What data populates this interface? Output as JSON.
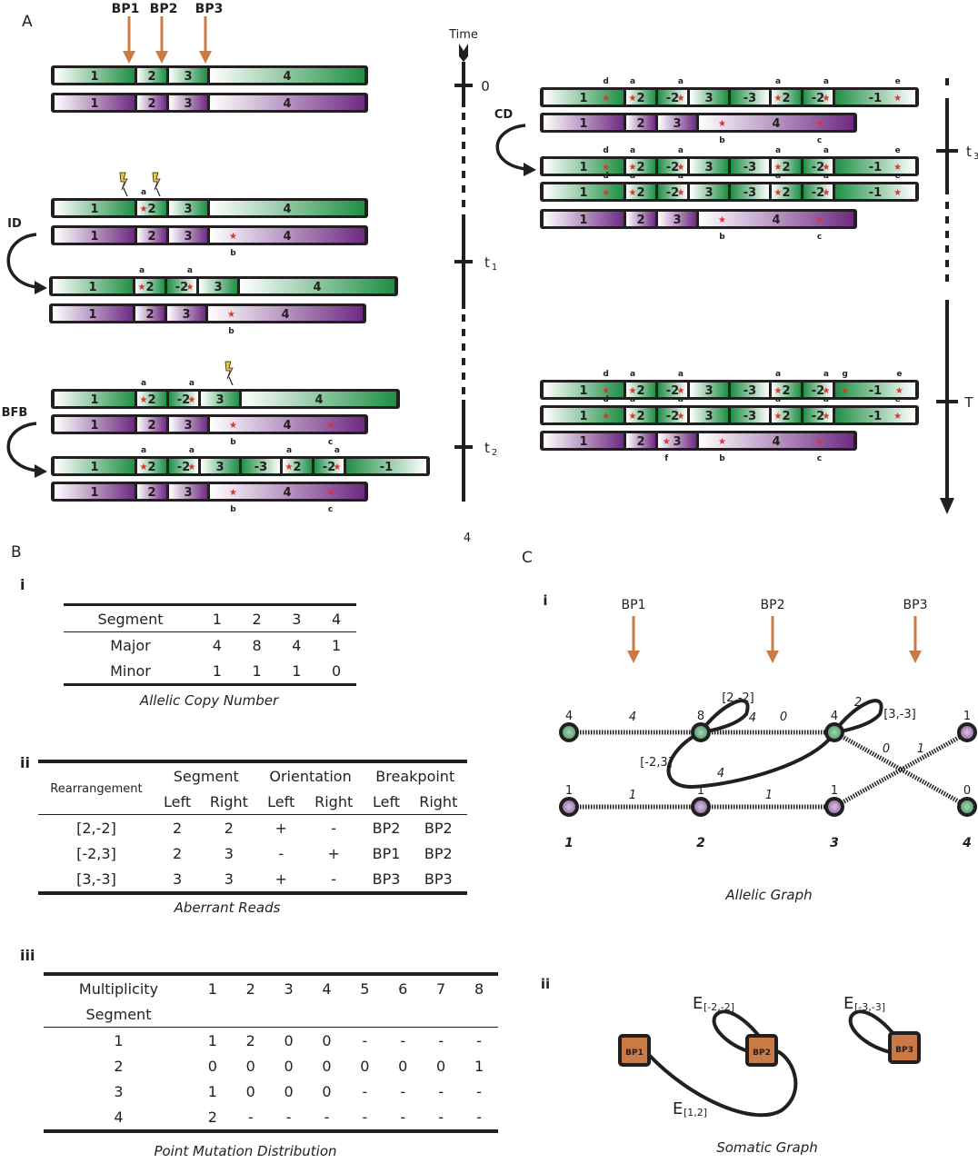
{
  "colors": {
    "green": "#1f8f45",
    "purple": "#6e2a83",
    "outline": "#231f20",
    "arrow": "#c97a45",
    "star": "#e0322f",
    "bolt": "#f3c22b",
    "node_green": "#5aa676",
    "node_purple": "#9a70ae",
    "bp_box": "#c97a45"
  },
  "panel_a": {
    "label": "A",
    "breakpoints": [
      "BP1",
      "BP2",
      "BP3"
    ],
    "events": [
      "ID",
      "BFB",
      "CD"
    ],
    "timeline": {
      "title": "Time",
      "ticks": [
        "0",
        "t1",
        "t2",
        "t3",
        "T"
      ],
      "bottom_note": "4"
    },
    "stages": [
      {
        "name": "initial",
        "chromosomes": [
          {
            "allele": "green",
            "segments": [
              {
                "id": "1"
              },
              {
                "id": "2"
              },
              {
                "id": "3"
              },
              {
                "id": "4"
              }
            ]
          },
          {
            "allele": "purple",
            "segments": [
              {
                "id": "1"
              },
              {
                "id": "2"
              },
              {
                "id": "3"
              },
              {
                "id": "4"
              }
            ]
          }
        ]
      },
      {
        "name": "before-ID",
        "chromosomes": [
          {
            "allele": "green",
            "segments": [
              {
                "id": "1"
              },
              {
                "id": "2",
                "marks": [
                  "a"
                ]
              },
              {
                "id": "3"
              },
              {
                "id": "4"
              }
            ]
          },
          {
            "allele": "purple",
            "segments": [
              {
                "id": "1"
              },
              {
                "id": "2"
              },
              {
                "id": "3"
              },
              {
                "id": "4",
                "marks": [
                  "b"
                ]
              }
            ]
          }
        ]
      },
      {
        "name": "t1",
        "chromosomes": [
          {
            "allele": "green",
            "segments": [
              {
                "id": "1"
              },
              {
                "id": "2",
                "marks": [
                  "a"
                ]
              },
              {
                "id": "-2",
                "marks": [
                  "a"
                ]
              },
              {
                "id": "3"
              },
              {
                "id": "4"
              }
            ]
          },
          {
            "allele": "purple",
            "segments": [
              {
                "id": "1"
              },
              {
                "id": "2"
              },
              {
                "id": "3"
              },
              {
                "id": "4",
                "marks": [
                  "b"
                ]
              }
            ]
          }
        ]
      },
      {
        "name": "before-BFB",
        "chromosomes": [
          {
            "allele": "green",
            "segments": [
              {
                "id": "1"
              },
              {
                "id": "2",
                "marks": [
                  "a"
                ]
              },
              {
                "id": "-2",
                "marks": [
                  "a"
                ]
              },
              {
                "id": "3"
              },
              {
                "id": "4"
              }
            ]
          },
          {
            "allele": "purple",
            "segments": [
              {
                "id": "1"
              },
              {
                "id": "2"
              },
              {
                "id": "3"
              },
              {
                "id": "4",
                "marks": [
                  "b",
                  "c"
                ]
              }
            ]
          }
        ]
      },
      {
        "name": "t2",
        "chromosomes": [
          {
            "allele": "green",
            "segments": [
              {
                "id": "1"
              },
              {
                "id": "2",
                "marks": [
                  "a"
                ]
              },
              {
                "id": "-2",
                "marks": [
                  "a"
                ]
              },
              {
                "id": "3"
              },
              {
                "id": "-3"
              },
              {
                "id": "2",
                "marks": [
                  "a"
                ]
              },
              {
                "id": "-2",
                "marks": [
                  "a"
                ]
              },
              {
                "id": "-1"
              }
            ]
          },
          {
            "allele": "purple",
            "segments": [
              {
                "id": "1"
              },
              {
                "id": "2"
              },
              {
                "id": "3"
              },
              {
                "id": "4",
                "marks": [
                  "b",
                  "c"
                ]
              }
            ]
          }
        ]
      },
      {
        "name": "before-CD",
        "chromosomes": [
          {
            "allele": "green",
            "segments": [
              {
                "id": "1",
                "marks": [
                  "d"
                ]
              },
              {
                "id": "2",
                "marks": [
                  "a"
                ]
              },
              {
                "id": "-2",
                "marks": [
                  "a"
                ]
              },
              {
                "id": "3"
              },
              {
                "id": "-3"
              },
              {
                "id": "2",
                "marks": [
                  "a"
                ]
              },
              {
                "id": "-2",
                "marks": [
                  "a"
                ]
              },
              {
                "id": "-1",
                "marks": [
                  "e"
                ]
              }
            ]
          },
          {
            "allele": "purple",
            "segments": [
              {
                "id": "1"
              },
              {
                "id": "2"
              },
              {
                "id": "3"
              },
              {
                "id": "4",
                "marks": [
                  "b",
                  "c"
                ]
              }
            ]
          }
        ]
      },
      {
        "name": "t3",
        "chromosomes": [
          {
            "allele": "green",
            "segments": [
              {
                "id": "1",
                "marks": [
                  "d"
                ]
              },
              {
                "id": "2",
                "marks": [
                  "a"
                ]
              },
              {
                "id": "-2",
                "marks": [
                  "a"
                ]
              },
              {
                "id": "3"
              },
              {
                "id": "-3"
              },
              {
                "id": "2",
                "marks": [
                  "a"
                ]
              },
              {
                "id": "-2",
                "marks": [
                  "a"
                ]
              },
              {
                "id": "-1",
                "marks": [
                  "e"
                ]
              }
            ]
          },
          {
            "allele": "green",
            "segments": [
              {
                "id": "1",
                "marks": [
                  "d"
                ]
              },
              {
                "id": "2",
                "marks": [
                  "a"
                ]
              },
              {
                "id": "-2",
                "marks": [
                  "a"
                ]
              },
              {
                "id": "3"
              },
              {
                "id": "-3"
              },
              {
                "id": "2",
                "marks": [
                  "a"
                ]
              },
              {
                "id": "-2",
                "marks": [
                  "a"
                ]
              },
              {
                "id": "-1",
                "marks": [
                  "e"
                ]
              }
            ]
          },
          {
            "allele": "purple",
            "segments": [
              {
                "id": "1"
              },
              {
                "id": "2"
              },
              {
                "id": "3"
              },
              {
                "id": "4",
                "marks": [
                  "b",
                  "c"
                ]
              }
            ]
          }
        ]
      },
      {
        "name": "T",
        "chromosomes": [
          {
            "allele": "green",
            "segments": [
              {
                "id": "1",
                "marks": [
                  "d"
                ]
              },
              {
                "id": "2",
                "marks": [
                  "a"
                ]
              },
              {
                "id": "-2",
                "marks": [
                  "a"
                ]
              },
              {
                "id": "3"
              },
              {
                "id": "-3"
              },
              {
                "id": "2",
                "marks": [
                  "a"
                ]
              },
              {
                "id": "-2",
                "marks": [
                  "a"
                ]
              },
              {
                "id": "-1",
                "marks": [
                  "g",
                  "e"
                ]
              }
            ]
          },
          {
            "allele": "green",
            "segments": [
              {
                "id": "1",
                "marks": [
                  "d"
                ]
              },
              {
                "id": "2",
                "marks": [
                  "a"
                ]
              },
              {
                "id": "-2",
                "marks": [
                  "a"
                ]
              },
              {
                "id": "3"
              },
              {
                "id": "-3"
              },
              {
                "id": "2",
                "marks": [
                  "a"
                ]
              },
              {
                "id": "-2",
                "marks": [
                  "a"
                ]
              },
              {
                "id": "-1",
                "marks": [
                  "e"
                ]
              }
            ]
          },
          {
            "allele": "purple",
            "segments": [
              {
                "id": "1"
              },
              {
                "id": "2"
              },
              {
                "id": "3",
                "marks": [
                  "f"
                ]
              },
              {
                "id": "4",
                "marks": [
                  "b",
                  "c"
                ]
              }
            ]
          }
        ]
      }
    ]
  },
  "panel_b": {
    "label": "B",
    "table_i": {
      "label": "i",
      "header": [
        "Segment",
        "1",
        "2",
        "3",
        "4"
      ],
      "rows": [
        [
          "Major",
          "4",
          "8",
          "4",
          "1"
        ],
        [
          "Minor",
          "1",
          "1",
          "1",
          "0"
        ]
      ],
      "caption": "Allelic Copy Number"
    },
    "table_ii": {
      "label": "ii",
      "group_headers": [
        "Rearrangement",
        "Segment",
        "Orientation",
        "Breakpoint"
      ],
      "sub_headers": [
        "Left",
        "Right",
        "Left",
        "Right",
        "Left",
        "Right"
      ],
      "rows": [
        [
          "[2,-2]",
          "2",
          "2",
          "+",
          "-",
          "BP2",
          "BP2"
        ],
        [
          "[-2,3]",
          "2",
          "3",
          "-",
          "+",
          "BP1",
          "BP2"
        ],
        [
          "[3,-3]",
          "3",
          "3",
          "+",
          "-",
          "BP3",
          "BP3"
        ]
      ],
      "caption": "Aberrant Reads"
    },
    "table_iii": {
      "label": "iii",
      "header_top": [
        "Multiplicity",
        "1",
        "2",
        "3",
        "4",
        "5",
        "6",
        "7",
        "8"
      ],
      "header_sub": "Segment",
      "rows": [
        [
          "1",
          "1",
          "2",
          "0",
          "0",
          "-",
          "-",
          "-",
          "-"
        ],
        [
          "2",
          "0",
          "0",
          "0",
          "0",
          "0",
          "0",
          "0",
          "1"
        ],
        [
          "3",
          "1",
          "0",
          "0",
          "0",
          "-",
          "-",
          "-",
          "-"
        ],
        [
          "4",
          "2",
          "-",
          "-",
          "-",
          "-",
          "-",
          "-",
          "-"
        ]
      ],
      "caption": "Point Mutation Distribution"
    }
  },
  "panel_c": {
    "label": "C",
    "allelic_graph": {
      "label": "i",
      "breakpoints": [
        "BP1",
        "BP2",
        "BP3"
      ],
      "top_nodes": [
        {
          "segment": "1",
          "copy": "4",
          "allele": "green"
        },
        {
          "segment": "2",
          "copy": "8",
          "allele": "green"
        },
        {
          "segment": "3",
          "copy": "4",
          "allele": "green"
        },
        {
          "segment": "4",
          "copy": "1",
          "allele": "purple"
        }
      ],
      "bottom_nodes": [
        {
          "segment": "1",
          "copy": "1",
          "allele": "purple"
        },
        {
          "segment": "2",
          "copy": "1",
          "allele": "purple"
        },
        {
          "segment": "3",
          "copy": "1",
          "allele": "purple"
        },
        {
          "segment": "4",
          "copy": "0",
          "allele": "green"
        }
      ],
      "reference_edges": [
        {
          "from": "top-1",
          "to": "top-2",
          "weight": "4"
        },
        {
          "from": "top-2",
          "to": "top-3",
          "weight": "0"
        },
        {
          "from": "top-3",
          "to": "bottom-4",
          "weight": "0"
        },
        {
          "from": "bottom-1",
          "to": "bottom-2",
          "weight": "1"
        },
        {
          "from": "bottom-2",
          "to": "bottom-3",
          "weight": "1"
        },
        {
          "from": "bottom-3",
          "to": "top-4",
          "weight": "1"
        }
      ],
      "aberrant_edges": [
        {
          "label": "[2,-2]",
          "weight": "4"
        },
        {
          "label": "[3,-3]",
          "weight": "2"
        },
        {
          "label": "[-2,3]",
          "weight": "4"
        }
      ],
      "segment_labels": [
        "1",
        "2",
        "3",
        "4"
      ],
      "caption": "Allelic Graph"
    },
    "somatic_graph": {
      "label": "ii",
      "nodes": [
        "BP1",
        "BP2",
        "BP3"
      ],
      "edges": [
        {
          "label": "E",
          "sub": "[-2,-2]"
        },
        {
          "label": "E",
          "sub": "[-3,-3]"
        },
        {
          "label": "E",
          "sub": "[1,2]"
        }
      ],
      "caption": "Somatic Graph"
    }
  }
}
